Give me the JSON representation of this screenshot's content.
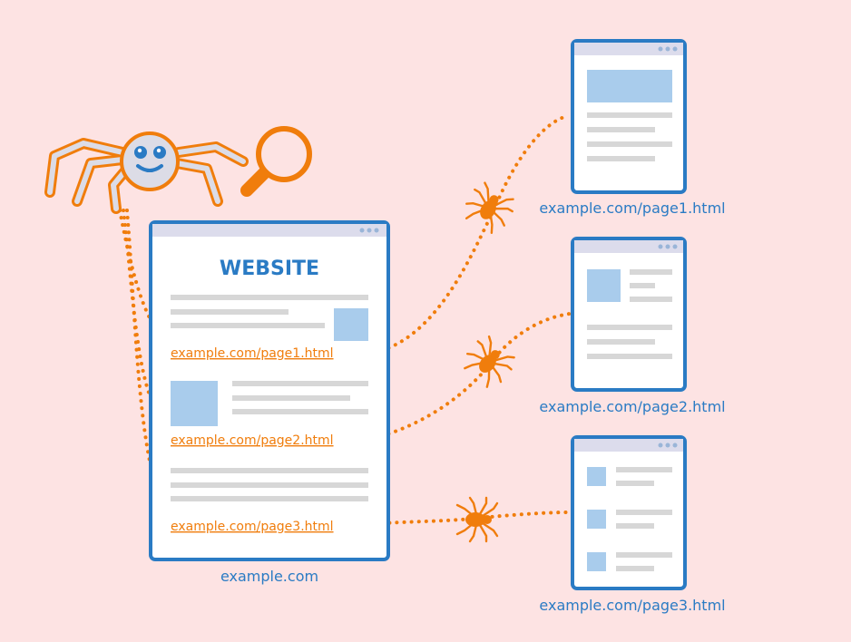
{
  "main_site": {
    "title": "WEBSITE",
    "domain": "example.com",
    "links": [
      "example.com/page1.html",
      "example.com/page2.html",
      "example.com/page3.html"
    ]
  },
  "pages": [
    {
      "label": "example.com/page1.html"
    },
    {
      "label": "example.com/page2.html"
    },
    {
      "label": "example.com/page3.html"
    }
  ],
  "colors": {
    "background": "#fde3e3",
    "accent_blue": "#2a7bc4",
    "spider_orange": "#f07d0c",
    "placeholder_block": "#a9ccec",
    "text_line": "#d7d7d7",
    "browser_bar": "#dcdcec"
  },
  "icons": [
    "crawler-robot-spider-icon",
    "magnifier-icon",
    "spider-icon"
  ]
}
